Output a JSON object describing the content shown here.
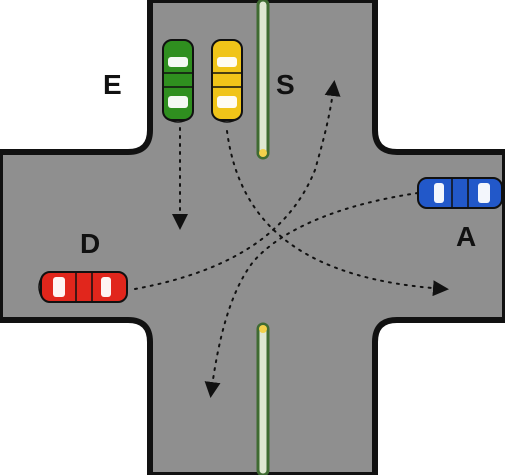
{
  "scene": {
    "colors": {
      "background": "#ffffff",
      "road": "#8f8f8f",
      "curb": "#111111",
      "median": "#3f6b32",
      "path": "#111111"
    },
    "cars": [
      {
        "id": "E",
        "label": "E",
        "color": "#2f8f1f",
        "direction": "down"
      },
      {
        "id": "S",
        "label": "S",
        "color": "#f0c419",
        "direction": "down"
      },
      {
        "id": "A",
        "label": "A",
        "color": "#2258c9",
        "direction": "left"
      },
      {
        "id": "D",
        "label": "D",
        "color": "#e1261c",
        "direction": "right"
      }
    ]
  }
}
